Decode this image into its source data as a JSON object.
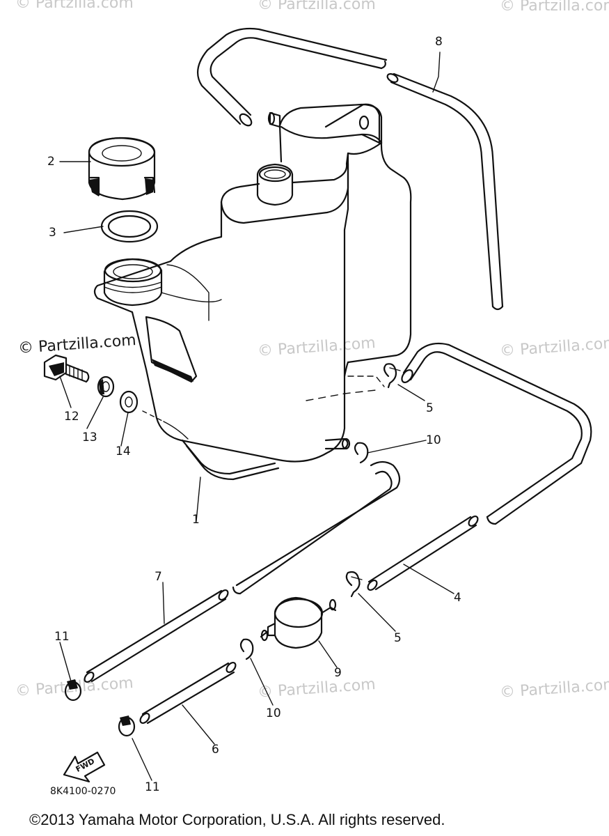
{
  "watermarks": [
    "© Partzilla.com",
    "© Partzilla.com",
    "© Partzilla.com",
    "© Partzilla.com",
    "© Partzilla.com",
    "© Partzilla.com",
    "© Partzilla.com",
    "© Partzilla.com",
    "© Partzilla.com"
  ],
  "callouts": {
    "c1": "1",
    "c2": "2",
    "c3": "3",
    "c4": "4",
    "c5a": "5",
    "c5b": "5",
    "c6": "6",
    "c7": "7",
    "c8": "8",
    "c9": "9",
    "c10a": "10",
    "c10b": "10",
    "c11a": "11",
    "c11b": "11",
    "c12": "12",
    "c13": "13",
    "c14": "14"
  },
  "fwd_label": "FWD",
  "diagram_code": "8K4100-0270",
  "footer": "©2013  Yamaha Motor Corporation, U.S.A. All rights reserved."
}
